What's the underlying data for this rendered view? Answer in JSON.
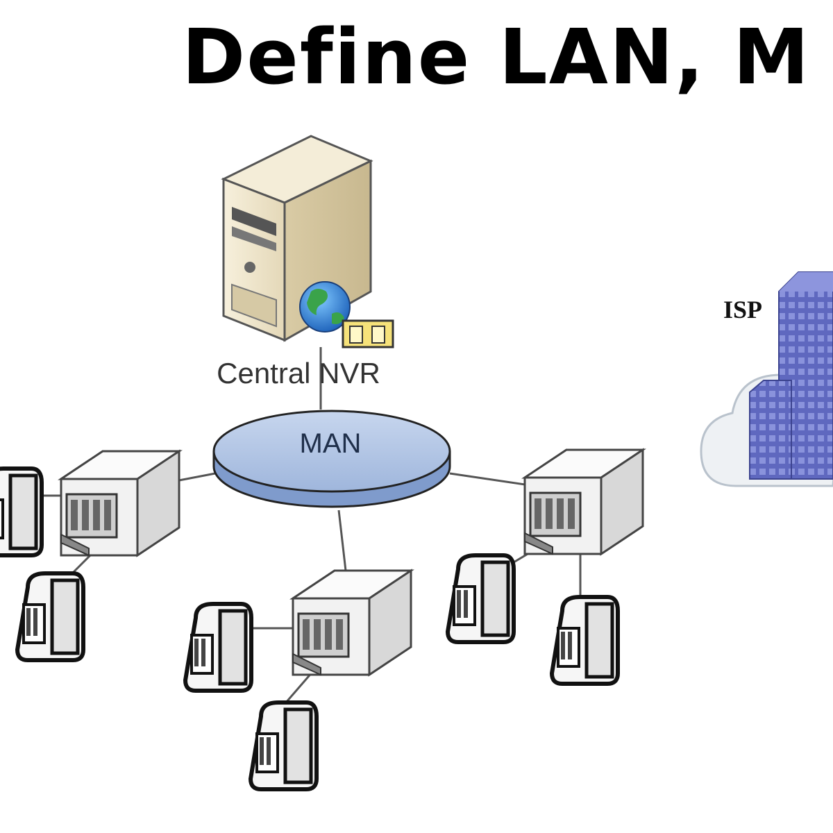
{
  "title": "Define LAN, M",
  "nodes": {
    "server_label": "Central NVR",
    "hub_label": "MAN",
    "isp_label": "ISP"
  },
  "icons": {
    "server": "server-tower-icon",
    "globe": "globe-icon",
    "hub": "man-ring-icon",
    "switch": "network-switch-icon",
    "camera": "camera-icon",
    "cloud": "cloud-icon",
    "building": "building-icon"
  },
  "colors": {
    "server_beige": "#efe6cf",
    "hub_blue": "#a9bfe0",
    "building_blue": "#6f78c8",
    "cloud_fill": "#eef1f4"
  }
}
